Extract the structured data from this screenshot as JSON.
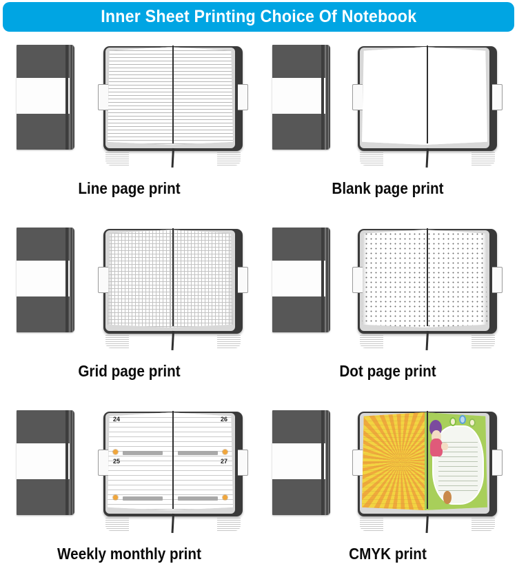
{
  "header": {
    "title": "Inner Sheet Printing Choice Of Notebook",
    "color": "#00a5e3"
  },
  "theme": {
    "cover_gray": "#575757",
    "band_white": "#fdfdfd",
    "accent_orange": "#f0a63c",
    "label_color": "#0b0b0b"
  },
  "items": [
    {
      "id": "line",
      "label": "Line page print",
      "page_style": "lines"
    },
    {
      "id": "blank",
      "label": "Blank page print",
      "page_style": "blank"
    },
    {
      "id": "grid",
      "label": "Grid page print",
      "page_style": "grid"
    },
    {
      "id": "dot",
      "label": "Dot page print",
      "page_style": "dots"
    },
    {
      "id": "weekly",
      "label": "Weekly monthly print",
      "page_style": "weekly",
      "day_numbers": {
        "top_left": "24",
        "top_right": "26",
        "mid_left": "25",
        "mid_right": "27"
      }
    },
    {
      "id": "cmyk",
      "label": "CMYK print",
      "page_style": "cmyk"
    }
  ]
}
